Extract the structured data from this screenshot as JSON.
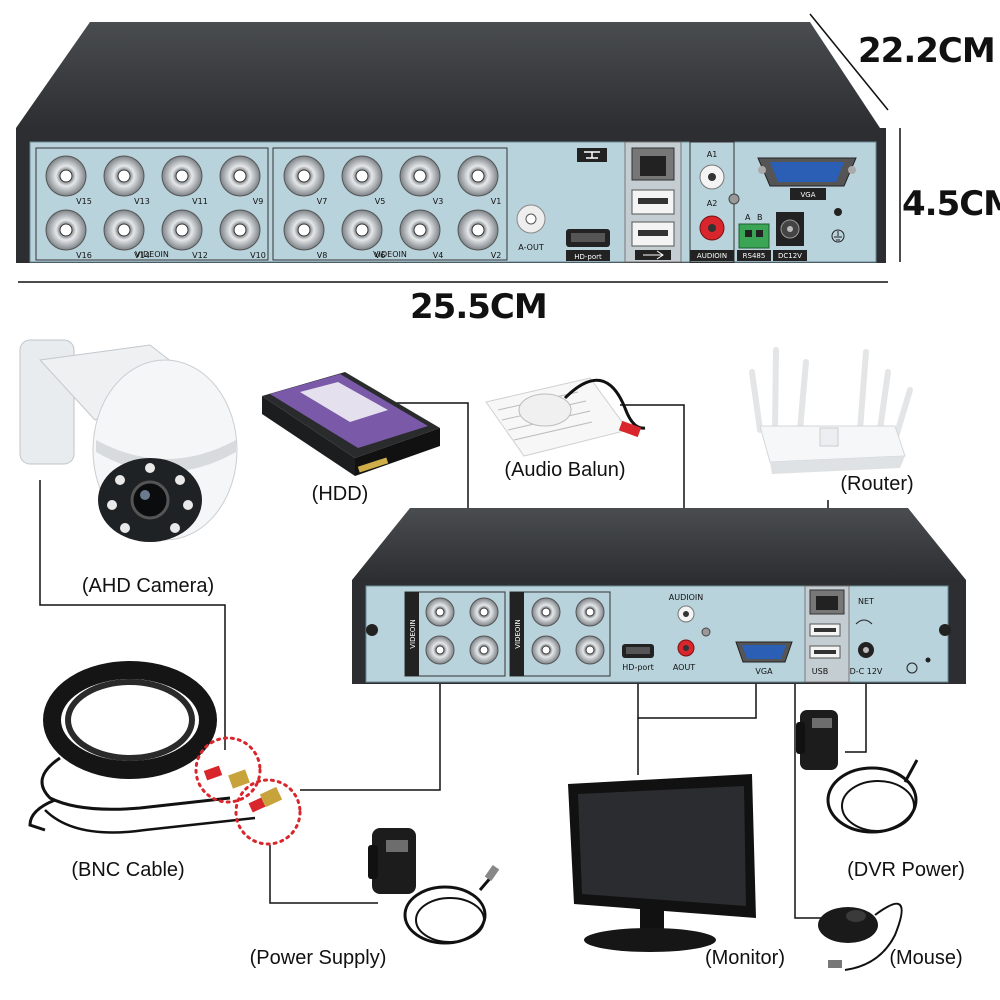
{
  "dimensions": {
    "depth": "22.2CM",
    "height": "4.5CM",
    "width": "25.5CM"
  },
  "top_dvr": {
    "video_labels_left": [
      "V15",
      "V13",
      "V11",
      "V9",
      "V16",
      "V14",
      "V12",
      "V10"
    ],
    "video_labels_right": [
      "V7",
      "V5",
      "V3",
      "V1",
      "V8",
      "V6",
      "V4",
      "V2"
    ],
    "video_in": "VIDEOIN",
    "ports": {
      "a_out": "A-OUT",
      "hd_port": "HD-port",
      "a1": "A1",
      "a2": "A2",
      "audio_in": "AUDIOIN",
      "a": "A",
      "b": "B",
      "rs485": "RS485",
      "dc12v": "DC12V",
      "vga": "VGA"
    }
  },
  "bottom_dvr": {
    "video_in": "VIDEOIN",
    "audio_in": "AUDIOIN",
    "aout": "AOUT",
    "hd_port": "HD-port",
    "vga": "VGA",
    "net": "NET",
    "usb": "USB",
    "dc12v": "D-C 12V"
  },
  "components": {
    "ahd_camera": "(AHD Camera)",
    "hdd": "(HDD)",
    "audio_balun": "(Audio Balun)",
    "router": "(Router)",
    "bnc_cable": "(BNC Cable)",
    "power_supply": "(Power Supply)",
    "monitor": "(Monitor)",
    "dvr_power": "(DVR Power)",
    "mouse": "(Mouse)"
  },
  "colors": {
    "panel": "#b9d3dc",
    "chassis": "#3a3d40",
    "accent_red": "#d9262c",
    "vga_blue": "#2b5fb5"
  }
}
